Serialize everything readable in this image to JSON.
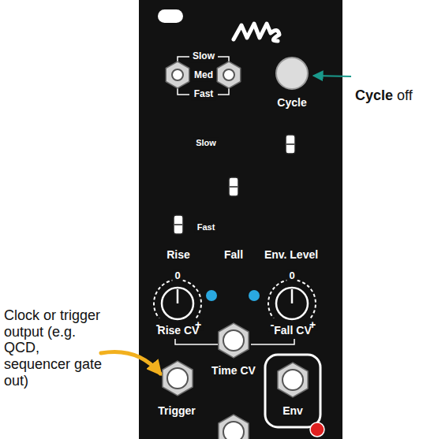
{
  "diagram": {
    "labels": [
      "Slow",
      "Med",
      "Fast",
      "Cycle",
      "Cycle",
      "off",
      "Slow",
      "Fast",
      "Rise",
      "Fall",
      "Env. Level",
      "0",
      "-",
      "+",
      "Rise CV",
      "0",
      "-",
      "+",
      "Fall CV",
      "Time CV",
      "Trigger",
      "Env",
      "Clock or trigger output (e.g. QCD, sequencer gate out)"
    ]
  }
}
